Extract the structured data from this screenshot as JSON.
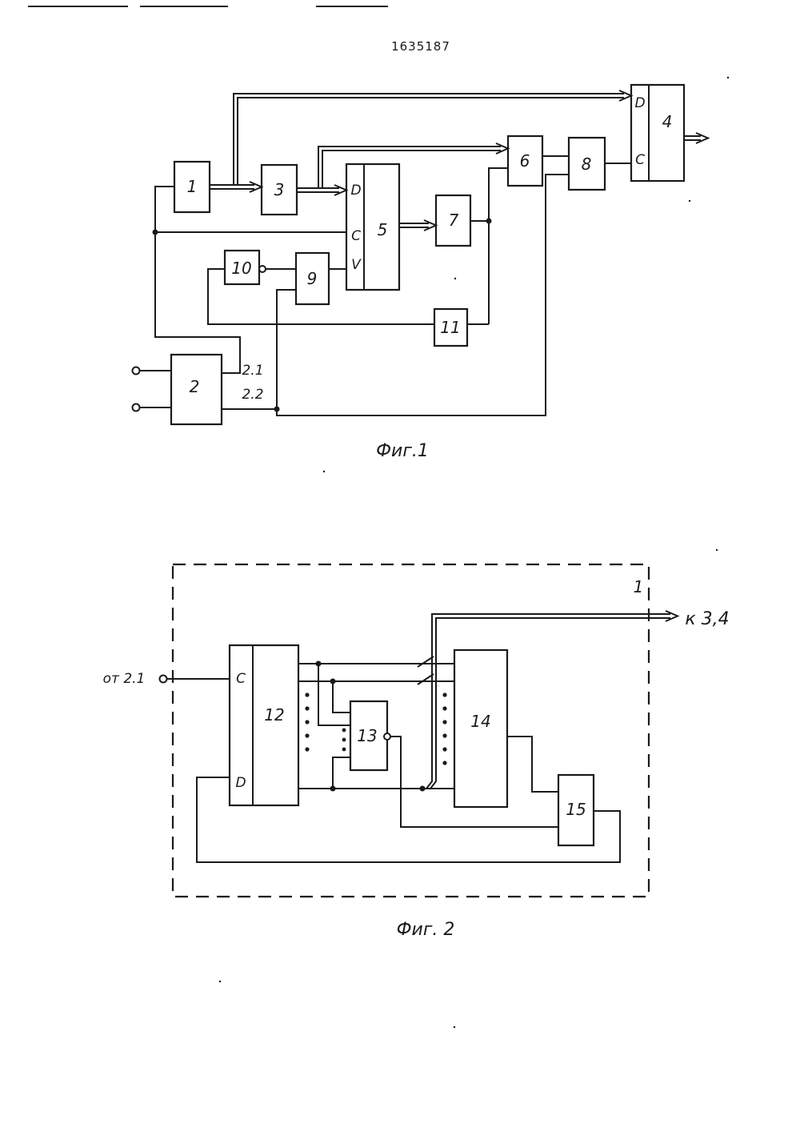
{
  "page_number": "1635187",
  "fig1": {
    "caption": "Фиг.1",
    "blocks": {
      "b1": "1",
      "b2": "2",
      "b3": "3",
      "b4": "4",
      "b5": "5",
      "b6": "6",
      "b7": "7",
      "b8": "8",
      "b9": "9",
      "b10": "10",
      "b11": "11"
    },
    "pins": {
      "b4_d": "D",
      "b4_c": "C",
      "b5_d": "D",
      "b5_c": "C",
      "b5_v": "V",
      "out_21": "2.1",
      "out_22": "2.2"
    }
  },
  "fig2": {
    "caption": "Фиг. 2",
    "frame_label": "1",
    "input_label": "от 2.1",
    "output_label": "к 3,4",
    "blocks": {
      "b12": "12",
      "b13": "13",
      "b14": "14",
      "b15": "15"
    },
    "pins": {
      "b12_c": "C",
      "b12_d": "D"
    }
  }
}
